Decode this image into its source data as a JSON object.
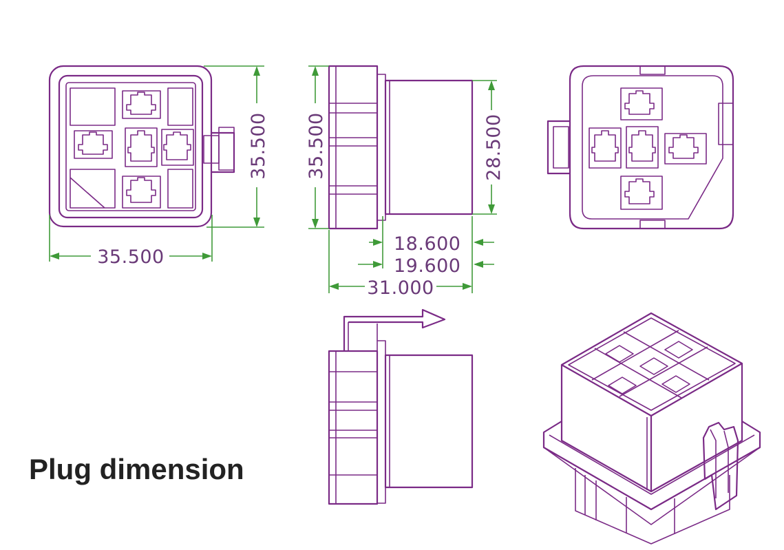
{
  "caption": "Plug dimension",
  "dimensions": {
    "front_width": "35.500",
    "front_height": "35.500",
    "side_height": "35.500",
    "body_height": "28.500",
    "depth_a": "18.600",
    "depth_b": "19.600",
    "total_depth": "31.000"
  },
  "colors": {
    "outline": "#7a2a86",
    "dimension_line": "#3f9a38",
    "dimension_text": "#6a3a78",
    "caption": "#222222"
  }
}
